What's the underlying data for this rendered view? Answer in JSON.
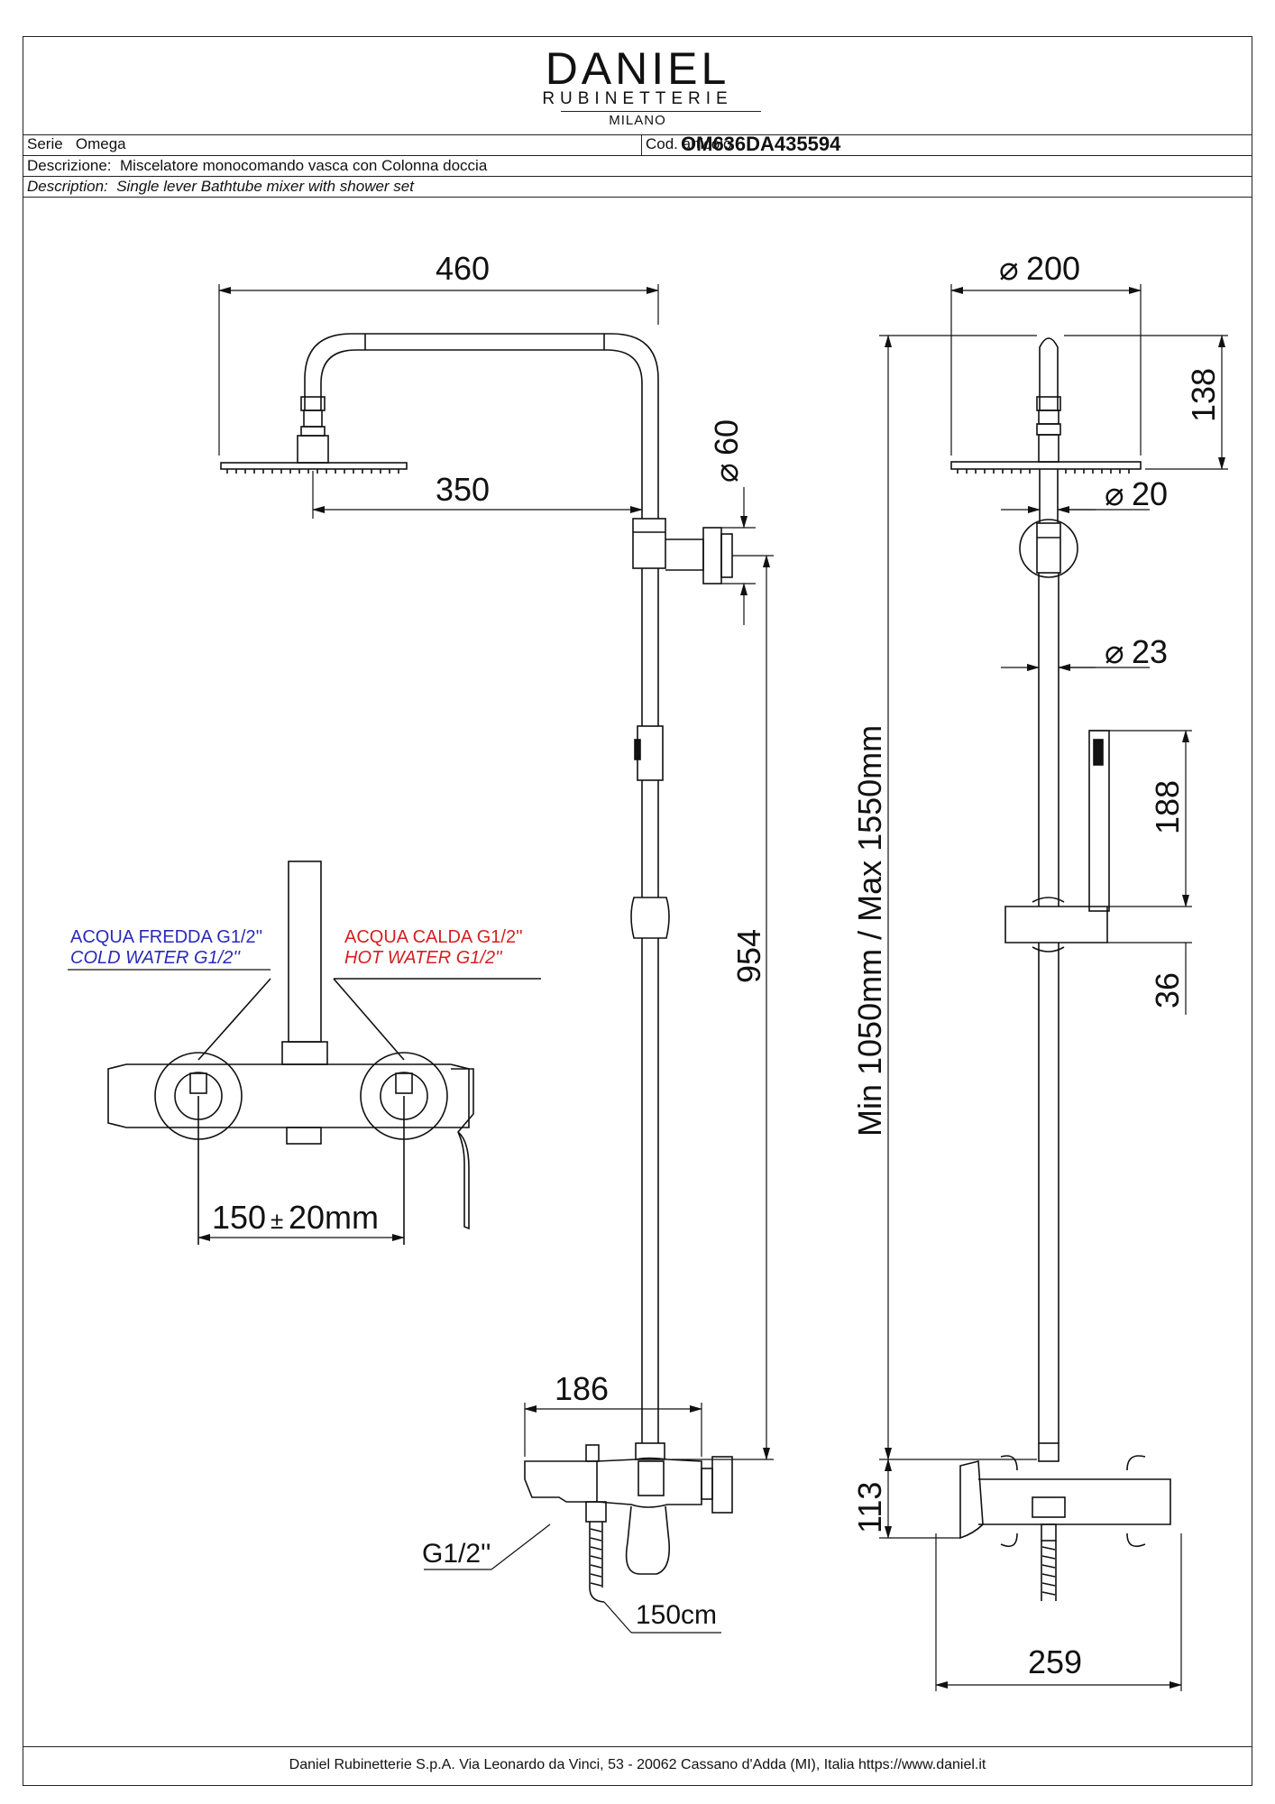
{
  "header": {
    "brand": "DANIEL",
    "brand_sub": "RUBINETTERIE",
    "brand_city": "MILANO",
    "serie_label": "Serie",
    "serie_value": "Omega",
    "cod_label": "Cod. articolo",
    "cod_value": "OM636DA435594",
    "desc_it_label": "Descrizione:",
    "desc_it_value": "Miscelatore monocomando vasca con Colonna doccia",
    "desc_en_label": "Description:",
    "desc_en_value": "Single lever Bathtube mixer with shower set"
  },
  "dimensions": {
    "d460": "460",
    "d350": "350",
    "d60": "60",
    "d954": "954",
    "d186": "186",
    "g12": "G1/2''",
    "d150cm": "150cm",
    "d200": "200",
    "d138": "138",
    "d20": "20",
    "d23": "23",
    "d188": "188",
    "d36": "36",
    "d113": "113",
    "d259": "259",
    "minmax": "Min 1050mm / Max 1550mm",
    "d150mm": "150",
    "d150mm_tol": "±",
    "d150mm_b": "20mm"
  },
  "labels": {
    "cold_it": "ACQUA FREDDA G1/2''",
    "cold_en": "COLD WATER G1/2''",
    "hot_it": "ACQUA CALDA G1/2''",
    "hot_en": "HOT WATER G1/2''",
    "diameter_symbol": "⌀"
  },
  "colors": {
    "cold": "#2a2ab8",
    "hot": "#d42020",
    "line": "#111111"
  },
  "footer": {
    "text": "Daniel Rubinetterie S.p.A. Via Leonardo da Vinci, 53 - 20062 Cassano d'Adda (MI), Italia https://www.daniel.it"
  }
}
